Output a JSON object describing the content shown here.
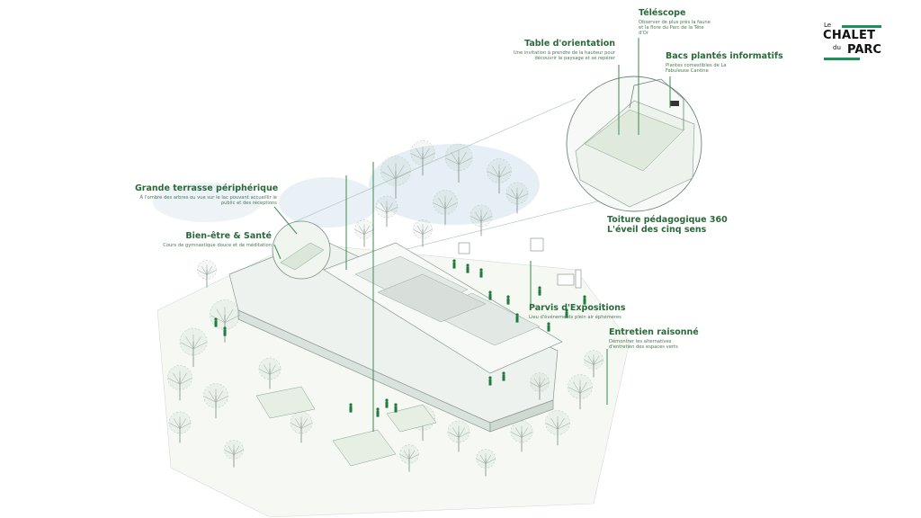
{
  "labels": {
    "telescope": {
      "title": "Téléscope",
      "desc": "Observer de plus près la faune et la flore du Parc de la Tête d'Or"
    },
    "table": {
      "title": "Table d'orientation",
      "desc": "Une invitation à prendre de la hauteur pour découvrir le paysage et se repérer"
    },
    "bacs": {
      "title": "Bacs plantés informatifs",
      "desc": "Plantes comestibles de La Fabuleuse Cantine"
    },
    "terrasse": {
      "title": "Grande terrasse périphérique",
      "desc": "À l'ombre des arbres ou vue sur le lac pouvant accueillir le public et des réceptions"
    },
    "bienetre": {
      "title": "Bien-être & Santé",
      "desc": "Cours de gymnastique douce et de méditation"
    },
    "toiture": {
      "title": "Toiture pédagogique 360",
      "subtitle": "L'éveil des cinq sens"
    },
    "parvis": {
      "title": "Parvis d'Expositions",
      "desc": "Lieu d'événements plein air éphémères"
    },
    "entretien": {
      "title": "Entretien raisonné",
      "desc": "Démontrer les alternatives d'entretien des espaces verts"
    }
  },
  "logo": {
    "le": "Le",
    "chalet": "CHALET",
    "du": "du",
    "parc": "PARC"
  },
  "colors": {
    "accent": "#2a6a3a",
    "leader": "#3c8a52",
    "sky": "#e4eef4",
    "brand": "#1f8f5a"
  }
}
